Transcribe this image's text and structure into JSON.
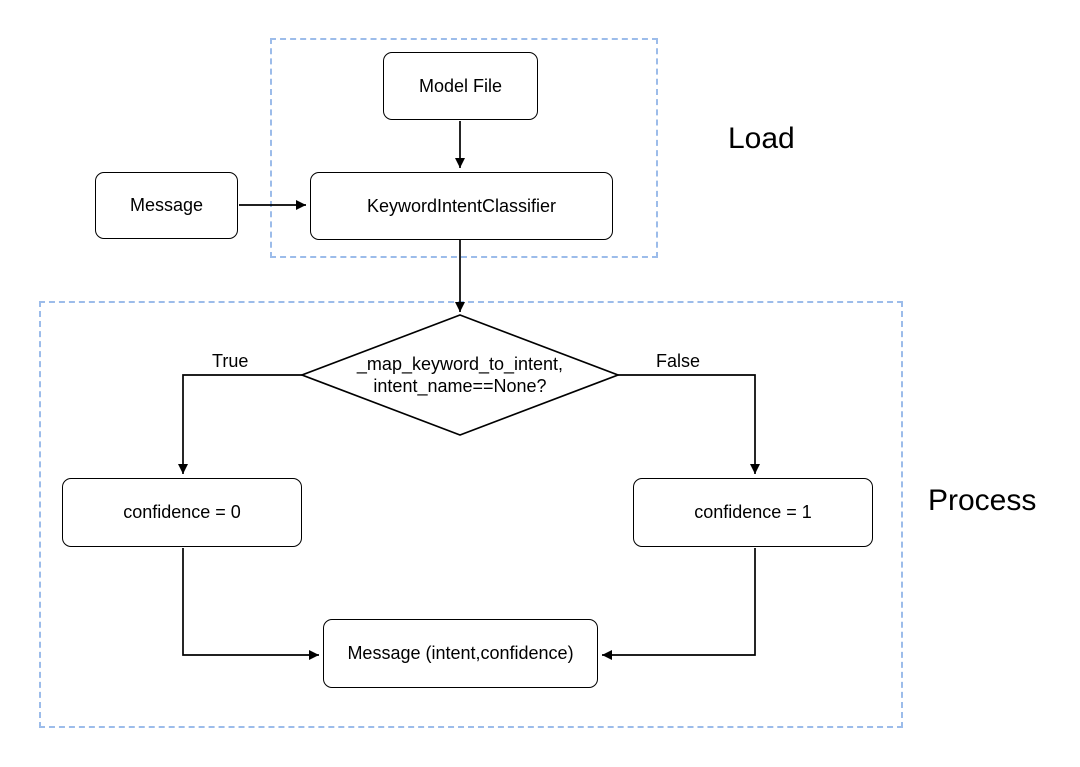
{
  "diagram": {
    "groups": [
      {
        "label": "Load"
      },
      {
        "label": "Process"
      }
    ],
    "nodes": {
      "model_file": {
        "label": "Model File"
      },
      "message_in": {
        "label": "Message"
      },
      "classifier": {
        "label": "KeywordIntentClassifier"
      },
      "decision": {
        "label_line1": "_map_keyword_to_intent,",
        "label_line2": "intent_name==None?"
      },
      "confidence_zero": {
        "label": "confidence = 0"
      },
      "confidence_one": {
        "label": "confidence = 1"
      },
      "message_out": {
        "label": "Message (intent,confidence)"
      }
    },
    "edges": [
      {
        "from": "model_file",
        "to": "classifier",
        "label": ""
      },
      {
        "from": "message_in",
        "to": "classifier",
        "label": ""
      },
      {
        "from": "classifier",
        "to": "decision",
        "label": ""
      },
      {
        "from": "decision",
        "to": "confidence_zero",
        "label": "True"
      },
      {
        "from": "decision",
        "to": "confidence_one",
        "label": "False"
      },
      {
        "from": "confidence_zero",
        "to": "message_out",
        "label": ""
      },
      {
        "from": "confidence_one",
        "to": "message_out",
        "label": ""
      }
    ],
    "colors": {
      "group_border": "#9cbcea",
      "node_border": "#000000",
      "node_fill": "#ffffff",
      "text": "#000000",
      "background": "#ffffff"
    }
  }
}
